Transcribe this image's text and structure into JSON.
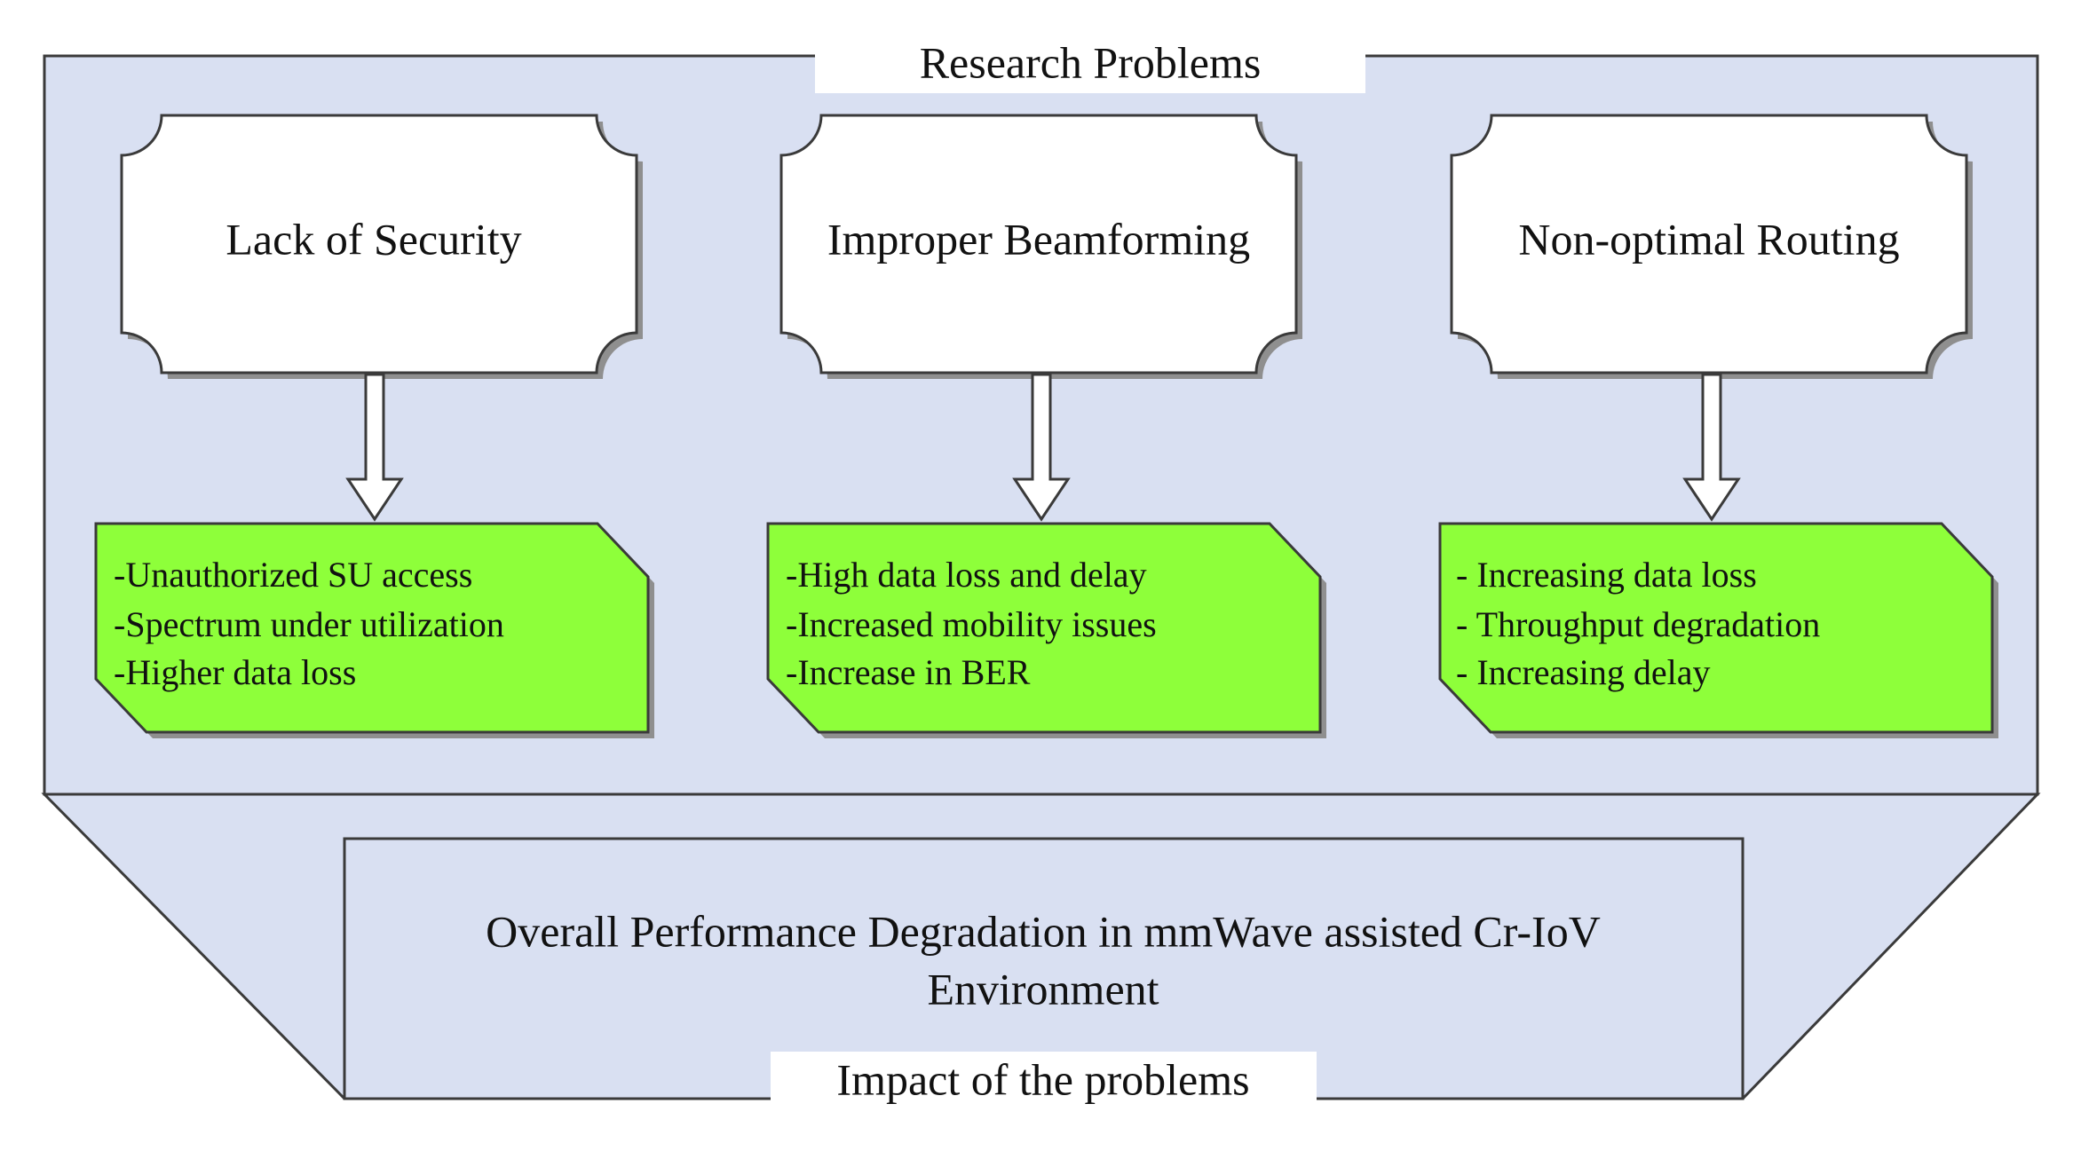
{
  "outer": {
    "label": "Research Problems",
    "fill": "#d9e0f2",
    "stroke": "#3a3a3a"
  },
  "problems": [
    {
      "title": "Lack of Security",
      "effects": [
        "-Unauthorized SU access",
        "-Spectrum under utilization",
        "-Higher data loss"
      ]
    },
    {
      "title": "Improper Beamforming",
      "effects": [
        "-High data loss and delay",
        "-Increased mobility issues",
        "-Increase in BER"
      ]
    },
    {
      "title": "Non-optimal Routing",
      "effects": [
        "- Increasing data loss",
        "- Throughput degradation",
        "- Increasing delay"
      ]
    }
  ],
  "impact": {
    "text_line1": "Overall Performance Degradation in mmWave assisted Cr-IoV",
    "text_line2": "Environment",
    "label": "Impact of the problems"
  },
  "colors": {
    "problem_box_fill": "#ffffff",
    "effect_box_fill": "#8eff3a",
    "shadow": "#8f8f8f"
  }
}
